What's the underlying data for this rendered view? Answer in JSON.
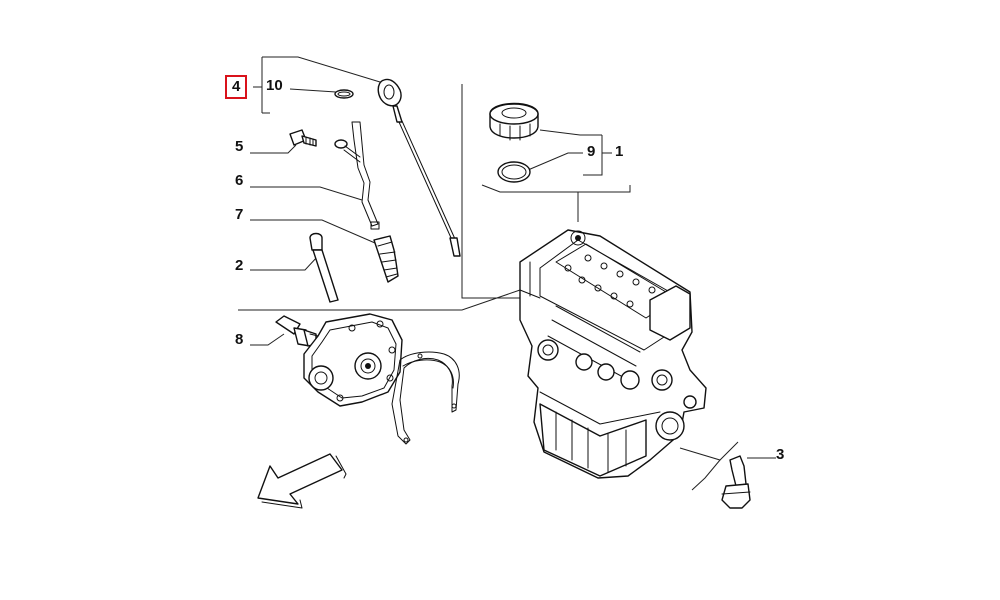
{
  "callouts": {
    "c4": "4",
    "c10": "10",
    "c5": "5",
    "c6": "6",
    "c7": "7",
    "c2": "2",
    "c8": "8",
    "c9": "9",
    "c1": "1",
    "c3": "3"
  },
  "highlight_color": "#d9121b",
  "highlighted_callout": "4"
}
